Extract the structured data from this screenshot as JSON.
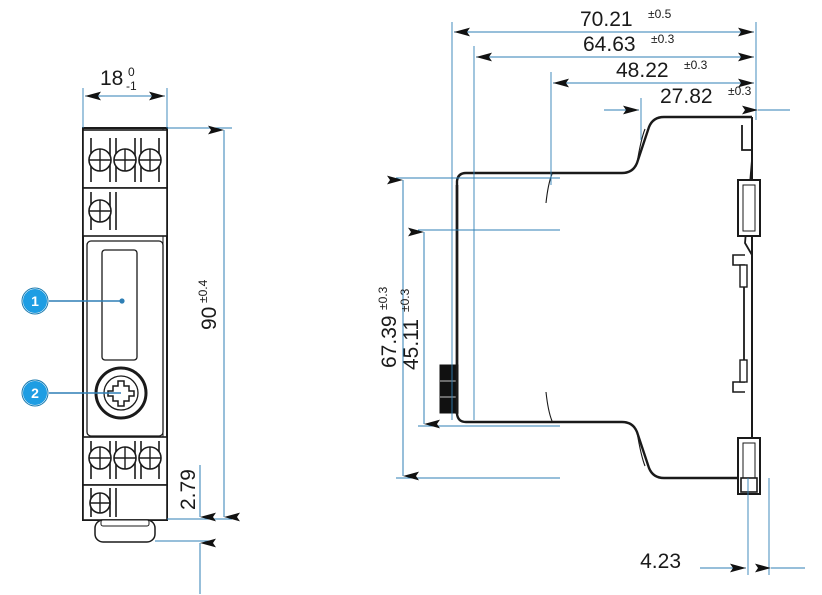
{
  "drawing": {
    "type": "mechanical-dimensioned-drawing",
    "title": "",
    "units": "mm",
    "line_color": "#1a1a1a",
    "dimension_color": "#1b6ca8",
    "callout_color": "#1e9de3",
    "background": "#ffffff"
  },
  "views": {
    "front": {
      "name": "front-view",
      "label": "",
      "features": [
        {
          "name": "top-terminal-block-3way",
          "screws": 3
        },
        {
          "name": "top-terminal-block-1way",
          "screws": 1
        },
        {
          "name": "display-window"
        },
        {
          "name": "adjustment-screw"
        },
        {
          "name": "bottom-terminal-block-3way",
          "screws": 3
        },
        {
          "name": "bottom-terminal-block-1way",
          "screws": 1
        },
        {
          "name": "din-rail-clip"
        }
      ]
    },
    "side": {
      "name": "side-view",
      "label": "",
      "features": [
        {
          "name": "din-rail-mount-profile"
        },
        {
          "name": "connector-pin-block"
        },
        {
          "name": "upper-latch-slot"
        },
        {
          "name": "lower-latch-slot"
        },
        {
          "name": "release-tab"
        }
      ]
    }
  },
  "callouts": [
    {
      "id": "callout-1",
      "number": "1",
      "target": "display-window"
    },
    {
      "id": "callout-2",
      "number": "2",
      "target": "adjustment-screw"
    }
  ],
  "dimensions": {
    "front": [
      {
        "name": "width-18",
        "value": "18",
        "upper_tolerance": "0",
        "lower_tolerance": "-1",
        "orientation": "horizontal",
        "display": "18 +0 / -1"
      },
      {
        "name": "height-90",
        "value": "90",
        "tolerance": "±0.4",
        "orientation": "vertical",
        "display": "90±0.4"
      },
      {
        "name": "clip-offset-2-79",
        "value": "2.79",
        "tolerance": "",
        "orientation": "vertical",
        "display": "2.79"
      }
    ],
    "side": [
      {
        "name": "depth-70-21",
        "value": "70.21",
        "tolerance": "±0.5",
        "orientation": "horizontal",
        "display": "70.21±0.5"
      },
      {
        "name": "depth-64-63",
        "value": "64.63",
        "tolerance": "±0.3",
        "orientation": "horizontal",
        "display": "64.63±0.3"
      },
      {
        "name": "depth-48-22",
        "value": "48.22",
        "tolerance": "±0.3",
        "orientation": "horizontal",
        "display": "48.22±0.3"
      },
      {
        "name": "depth-27-82",
        "value": "27.82",
        "tolerance": "±0.3",
        "orientation": "horizontal",
        "display": "27.82±0.3"
      },
      {
        "name": "height-67-39",
        "value": "67.39",
        "tolerance": "±0.3",
        "orientation": "vertical",
        "display": "67.39±0.3"
      },
      {
        "name": "height-45-11",
        "value": "45.11",
        "tolerance": "±0.3",
        "orientation": "vertical",
        "display": "45.11±0.3"
      },
      {
        "name": "tab-4-23",
        "value": "4.23",
        "tolerance": "",
        "orientation": "horizontal",
        "display": "4.23"
      }
    ]
  },
  "text": {
    "dim_18_value": "18",
    "dim_18_sup": "0",
    "dim_18_sub": "-1",
    "dim_90_value": "90",
    "dim_90_tol": "±0.4",
    "dim_279": "2.79",
    "dim_7021_value": "70.21",
    "dim_7021_tol": "±0.5",
    "dim_6463_value": "64.63",
    "dim_6463_tol": "±0.3",
    "dim_4822_value": "48.22",
    "dim_4822_tol": "±0.3",
    "dim_2782_value": "27.82",
    "dim_2782_tol": "±0.3",
    "dim_6739_value": "67.39",
    "dim_6739_tol": "±0.3",
    "dim_4511_value": "45.11",
    "dim_4511_tol": "±0.3",
    "dim_423": "4.23",
    "callout_1": "1",
    "callout_2": "2"
  }
}
